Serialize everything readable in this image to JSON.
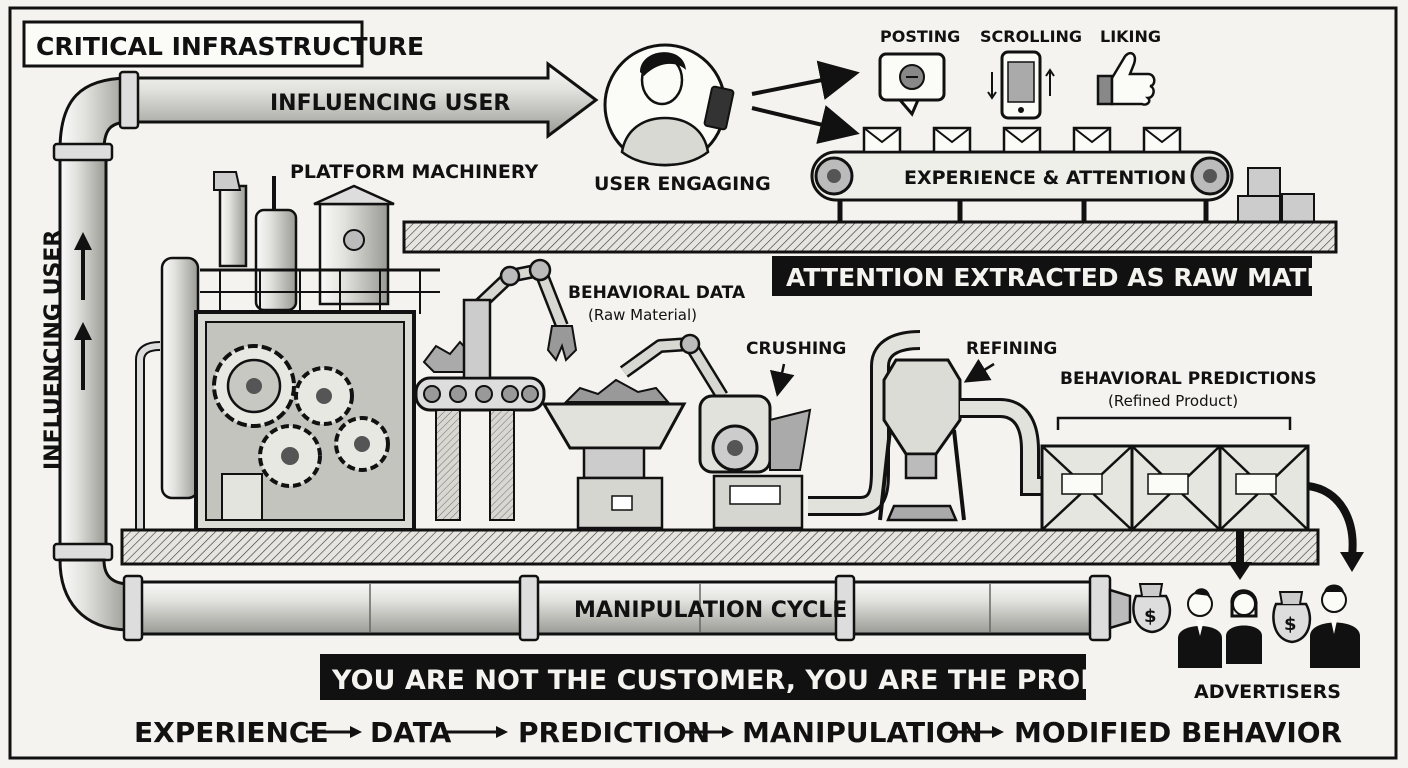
{
  "title": "CRITICAL INFRASTRUCTURE",
  "labels": {
    "influencing_user_top": "INFLUENCING USER",
    "influencing_user_side": "INFLUENCING USER",
    "user_engaging": "USER ENGAGING",
    "posting": "POSTING",
    "scrolling": "SCROLLING",
    "liking": "LIKING",
    "experience_attention": "EXPERIENCE & ATTENTION",
    "attention_banner": "ATTENTION EXTRACTED AS RAW MATERIAL",
    "platform_machinery": "PLATFORM MACHINERY",
    "behavioral_data": "BEHAVIORAL DATA",
    "behavioral_data_sub": "(Raw Material)",
    "crushing": "CRUSHING",
    "refining": "REFINING",
    "behavioral_predictions": "BEHAVIORAL PREDICTIONS",
    "behavioral_predictions_sub": "(Refined Product)",
    "manipulation_cycle": "MANIPULATION CYCLE",
    "advertisers": "ADVERTISERS",
    "product_banner": "YOU ARE NOT THE CUSTOMER, YOU ARE THE PRODUCT."
  },
  "flow": [
    "EXPERIENCE",
    "DATA",
    "PREDICTION",
    "MANIPULATION",
    "MODIFIED BEHAVIOR"
  ],
  "icons": {
    "dollar": "$"
  },
  "colors": {
    "ink": "#111111",
    "paper": "#f4f3ef",
    "metal": "#c9c9c4",
    "metal_dark": "#8e8e89"
  }
}
